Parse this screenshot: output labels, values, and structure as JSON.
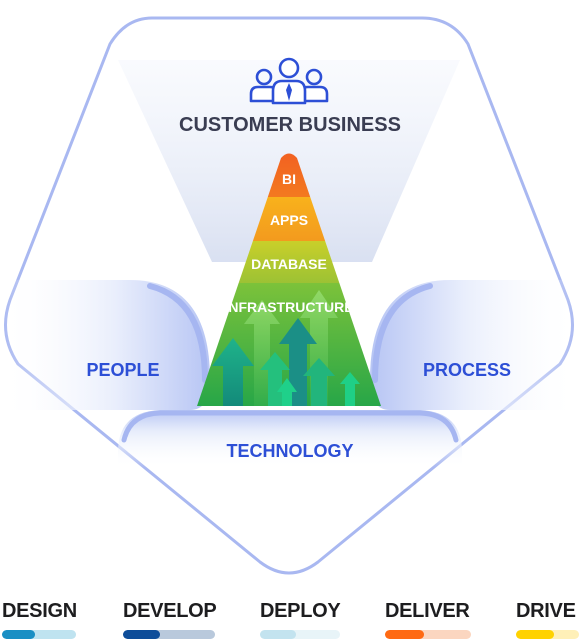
{
  "diagram": {
    "title": "CUSTOMER BUSINESS",
    "pyramid_layers": [
      {
        "label": "BI",
        "color": "#f26a21"
      },
      {
        "label": "APPS",
        "color": "#f9a11b"
      },
      {
        "label": "DATABASE",
        "color": "#b8c930"
      },
      {
        "label": "INFRASTRUCTURE",
        "color": "#3fae49"
      }
    ],
    "pillars": {
      "left": "PEOPLE",
      "right": "PROCESS",
      "base": "TECHNOLOGY"
    },
    "icon": "people-group-icon",
    "accent_color": "#2d4fd6",
    "outline_color": "#a7b6f0"
  },
  "legend": [
    {
      "label": "DESIGN",
      "color": "#1a8fc4",
      "track": "#bfe3f0",
      "level": 0.45
    },
    {
      "label": "DEVELOP",
      "color": "#0e4d99",
      "track": "#b9c9dc",
      "level": 0.4
    },
    {
      "label": "DEPLOY",
      "color": "#c3e3ef",
      "track": "#e8f4f8",
      "level": 0.45
    },
    {
      "label": "DELIVER",
      "color": "#ff6a13",
      "track": "#fbd6c0",
      "level": 0.45
    },
    {
      "label": "DRIVE",
      "color": "#ffd200",
      "track": "#fff0b8",
      "level": 0.6
    }
  ]
}
